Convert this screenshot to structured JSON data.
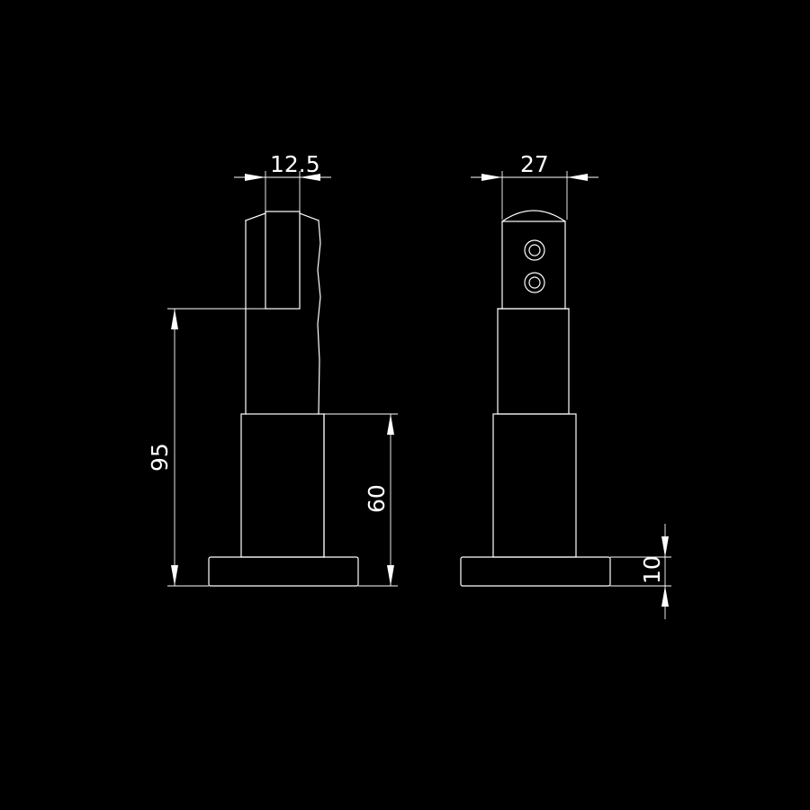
{
  "drawing": {
    "background": "#000000",
    "line_color": "#ffffff",
    "dimensions": {
      "width_side": "12.5",
      "width_front": "27",
      "overall_height": "95",
      "body_height": "60",
      "base_thickness": "10"
    }
  }
}
